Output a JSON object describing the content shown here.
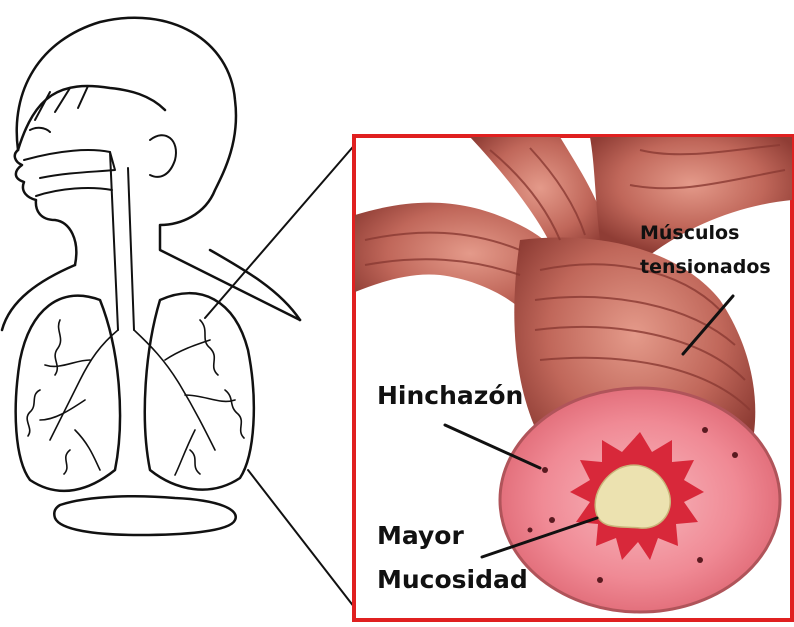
{
  "labels": {
    "muscles_line1": "Músculos",
    "muscles_line2": "tensionados",
    "swelling": "Hinchazón",
    "mucus_line1": "Mayor",
    "mucus_line2": "Mucosidad"
  },
  "colors": {
    "frame": "#e02020",
    "muscle": "#b85a50",
    "airway_pink": "#f08a95",
    "inner_red": "#d8283a",
    "mucus": "#ece2b0",
    "outline": "#111111"
  }
}
